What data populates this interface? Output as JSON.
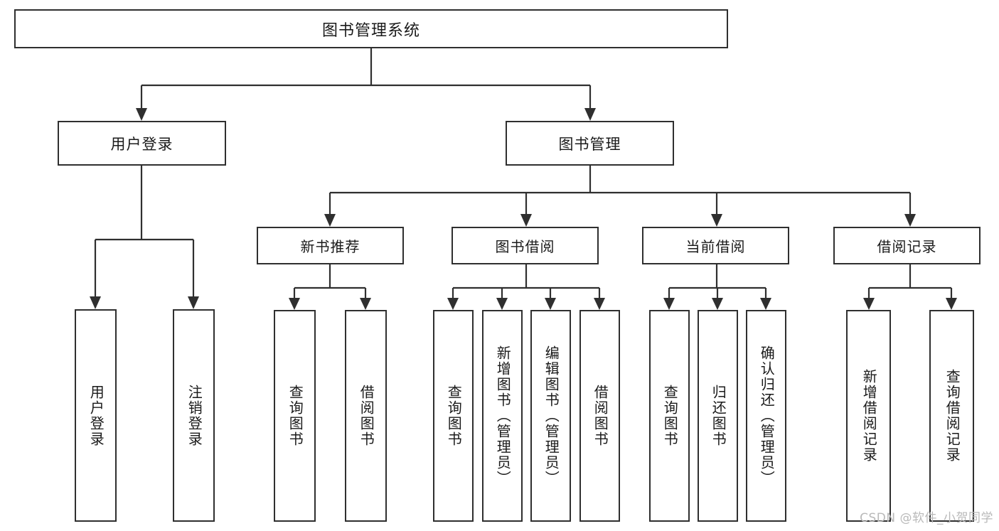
{
  "diagram": {
    "title": "图书管理系统",
    "type": "tree",
    "watermark": "CSDN @软件_小贺同学",
    "colors": {
      "stroke": "#2f2f2f",
      "fill": "#ffffff",
      "text": "#1a1a1a",
      "watermark": "#b9b9b9"
    },
    "nodes": {
      "root": "图书管理系统",
      "level1": {
        "user_login": "用户登录",
        "book_manage": "图书管理"
      },
      "level2": {
        "new_book_recommend": "新书推荐",
        "book_borrow": "图书借阅",
        "current_borrow": "当前借阅",
        "borrow_record": "借阅记录"
      },
      "leaves": {
        "user_login_children": [
          "用户登录",
          "注销登录"
        ],
        "new_book_recommend_children": [
          "查询图书",
          "借阅图书"
        ],
        "book_borrow_children": [
          "查询图书",
          "新增图书（管理员）",
          "编辑图书（管理员）",
          "借阅图书"
        ],
        "current_borrow_children": [
          "查询图书",
          "归还图书",
          "确认归还（管理员）"
        ],
        "borrow_record_children": [
          "新增借阅记录",
          "查询借阅记录"
        ]
      }
    }
  }
}
